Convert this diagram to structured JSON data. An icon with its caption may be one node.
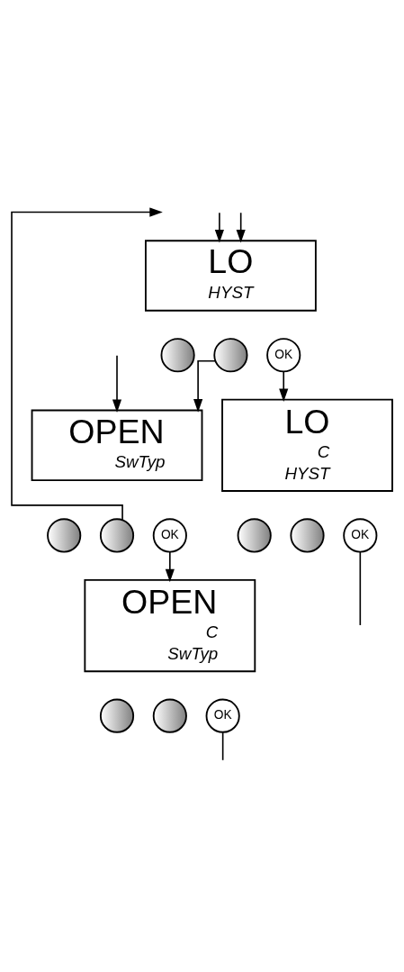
{
  "diagram": {
    "nodes": [
      {
        "text": [
          "LO",
          "HYST"
        ]
      },
      {
        "text": [],
        "shape": "circle"
      },
      {
        "text": [],
        "shape": "circle"
      },
      {
        "text": [
          "OK"
        ]
      },
      {
        "text": [
          "LO",
          "C",
          "HYST"
        ]
      },
      {
        "text": [],
        "shape": "circle"
      },
      {
        "text": [],
        "shape": "circle"
      },
      {
        "text": [
          "OK"
        ]
      },
      {
        "text": [
          "OPEN",
          "SwTyp"
        ]
      },
      {
        "text": [],
        "shape": "circle"
      },
      {
        "text": [],
        "shape": "circle"
      },
      {
        "text": [
          "OK"
        ]
      },
      {
        "text": [
          "OPEN",
          "C",
          "SwTyp"
        ]
      },
      {
        "text": [],
        "shape": "circle"
      },
      {
        "text": [],
        "shape": "circle"
      },
      {
        "text": [
          "OK"
        ]
      }
    ],
    "edges": [
      {
        "from": null,
        "to": 0,
        "arrow": "to"
      },
      {
        "from": null,
        "to": 0,
        "arrow": "to"
      },
      {
        "from": 3,
        "to": 4,
        "arrow": "to"
      },
      {
        "from": 2,
        "to": 8,
        "arrow": "to"
      },
      {
        "from": 7,
        "to": null,
        "arrow": "none"
      },
      {
        "from": null,
        "to": 8,
        "arrow": "to"
      },
      {
        "from": 10,
        "to": null,
        "arrow": "to"
      },
      {
        "from": 11,
        "to": 12,
        "arrow": "to"
      },
      {
        "from": 15,
        "to": null,
        "arrow": "none"
      }
    ]
  }
}
